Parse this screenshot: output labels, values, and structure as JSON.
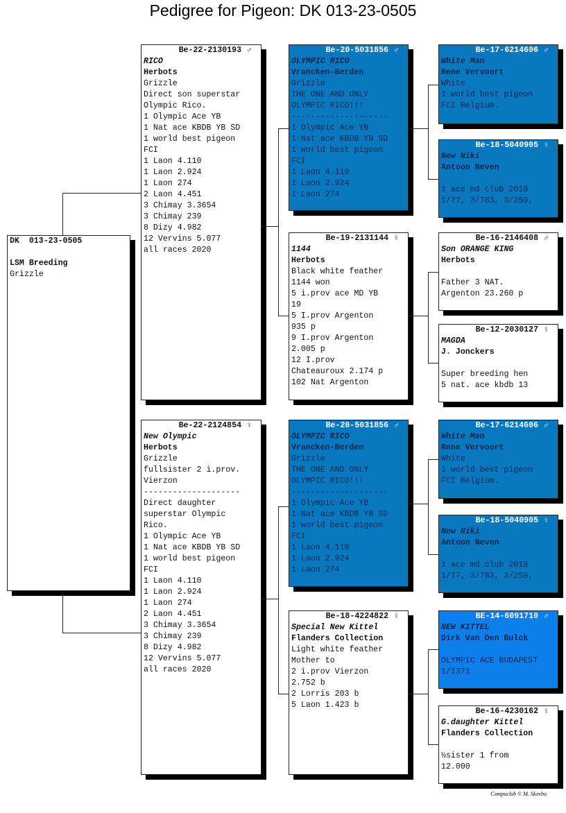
{
  "title": "Pedigree for Pigeon: DK  013-23-0505",
  "footer": "Compuclub © M. Skovbo",
  "colors": {
    "blue": "#0a78be",
    "bright_blue": "#0d7eea"
  },
  "boxes": [
    {
      "id": "root",
      "reg": "DK  013-23-0505",
      "sex": "",
      "name": "",
      "breeder": "LSM Breeding",
      "lines": [
        "Grizzle"
      ],
      "style": "white"
    },
    {
      "id": "sire",
      "reg": "Be-22-2130193",
      "sex": "♂",
      "name": "RICO",
      "breeder": "Herbots",
      "lines": [
        "Grizzle",
        "Direct son superstar",
        "Olympic Rico.",
        "1 Olympic Ace YB",
        "1 Nat ace KBDB YB SD",
        "1 world best pigeon",
        "FCI",
        "1 Laon 4.110",
        "1 Laon 2.924",
        "1 Laon 274",
        "2 Laon 4.451",
        "3 Chimay 3.3654",
        "3 Chimay 239",
        "8 Dizy 4.982",
        "12 Vervins 5.077",
        "all races 2020"
      ],
      "style": "white"
    },
    {
      "id": "dam",
      "reg": "Be-22-2124854",
      "sex": "♀",
      "name": "New Olympic",
      "breeder": "Herbots",
      "lines": [
        "Grizzle",
        "fullsister 2 i.prov.",
        "Vierzon",
        "--------------------",
        "Direct daughter",
        "superstar Olympic",
        "Rico.",
        "1 Olympic Ace YB",
        "1 Nat ace KBDB YB SD",
        "1 world best pigeon",
        "FCI",
        "1 Laon 4.110",
        "1 Laon 2.924",
        "1 Laon 274",
        "2 Laon 4.451",
        "3 Chimay 3.3654",
        "3 Chimay 239",
        "8 Dizy 4.982",
        "12 Vervins 5.077",
        "all races 2020"
      ],
      "style": "white"
    },
    {
      "id": "ss",
      "reg": "Be-20-5031856",
      "sex": "♂",
      "name": "OLYMPIC RICO",
      "breeder": "Vrancken-Berden",
      "lines": [
        "Grizzle",
        "THE ONE AND ONLY",
        "OLYMPIC RICO!!!",
        "--------------------",
        "1 Olympic Ace YB",
        "1 Nat ace KBDB YB SD",
        "1 world best pigeon",
        "FCI",
        "1 Laon 4.110",
        "1 Laon 2.924",
        "1 Laon 274"
      ],
      "style": "blue"
    },
    {
      "id": "sd",
      "reg": "Be-19-2131144",
      "sex": "♀",
      "name": "1144",
      "breeder": "Herbots",
      "lines": [
        "Black white feather",
        "1144 won",
        "5 i.prov ace MD YB",
        "19",
        "5 I.prov Argenton",
        "935 p",
        "9 I.prov Argenton",
        "2.005 p",
        "12 I.prov",
        "Chateauroux 2.174 p",
        "102 Nat Argenton"
      ],
      "style": "white"
    },
    {
      "id": "ds",
      "reg": "Be-20-5031856",
      "sex": "♂",
      "name": "OLYMPIC RICO",
      "breeder": "Vrancken-Berden",
      "lines": [
        "Grizzle",
        "THE ONE AND ONLY",
        "OLYMPIC RICO!!!",
        "--------------------",
        "1 Olympic Ace YB",
        "1 Nat ace KBDB YB SD",
        "1 world best pigeon",
        "FCI",
        "1 Laon 4.110",
        "1 Laon 2.924",
        "1 Laon 274"
      ],
      "style": "blue"
    },
    {
      "id": "dd",
      "reg": "Be-18-4224822",
      "sex": "♀",
      "name": "Special New Kittel",
      "breeder": "Flanders Collection",
      "lines": [
        "Light white feather",
        "Mother to",
        "2 i.prov Vierzon",
        "2.752 b",
        "2 Lorris 203 b",
        "5 Laon 1.423 b"
      ],
      "style": "white"
    },
    {
      "id": "sss",
      "reg": "Be-17-6214606",
      "sex": "♂",
      "name": "White Man",
      "breeder": "Rene Vervoort",
      "lines": [
        "White",
        "1 world best pigeon",
        "FCI Belgium."
      ],
      "style": "blue"
    },
    {
      "id": "ssd",
      "reg": "Be-18-5040905",
      "sex": "♀",
      "name": "New Niki",
      "breeder": "Antoon Neven",
      "lines": [
        "",
        "1 ace md club 2018",
        "1/77, 3/783, 3/259,"
      ],
      "style": "blue"
    },
    {
      "id": "sds",
      "reg": "Be-16-2146408",
      "sex": "♂",
      "name": "Son ORANGE KING",
      "breeder": "Herbots",
      "lines": [
        "",
        "Father 3 NAT.",
        "Argenton 23.260 p"
      ],
      "style": "white"
    },
    {
      "id": "sdd",
      "reg": "Be-12-2030127",
      "sex": "♀",
      "name": "MAGDA",
      "breeder": "J. Jonckers",
      "lines": [
        "",
        "Super breeding hen",
        "5 nat. ace kbdb 13"
      ],
      "style": "white"
    },
    {
      "id": "dss",
      "reg": "Be-17-6214606",
      "sex": "♂",
      "name": "White Man",
      "breeder": "Rene Vervoort",
      "lines": [
        "White",
        "1 world best pigeon",
        "FCI Belgium."
      ],
      "style": "blue"
    },
    {
      "id": "dsd",
      "reg": "Be-18-5040905",
      "sex": "♀",
      "name": "New Niki",
      "breeder": "Antoon Neven",
      "lines": [
        "",
        "1 ace md club 2018",
        "1/77, 3/783, 3/259,"
      ],
      "style": "blue"
    },
    {
      "id": "dds",
      "reg": "BE-14-6091710",
      "sex": "♂",
      "name": "NEW KITTEL",
      "breeder": "Dirk Van Den Bulck",
      "lines": [
        "",
        "OLYMPIC ACE BUDAPEST",
        "1/1371"
      ],
      "style": "bright"
    },
    {
      "id": "ddd",
      "reg": "Be-16-4230162",
      "sex": "♀",
      "name": "G.daughter Kittel",
      "breeder": "Flanders Collection",
      "lines": [
        "",
        "½sister 1 from",
        "12.000"
      ],
      "style": "white"
    }
  ]
}
